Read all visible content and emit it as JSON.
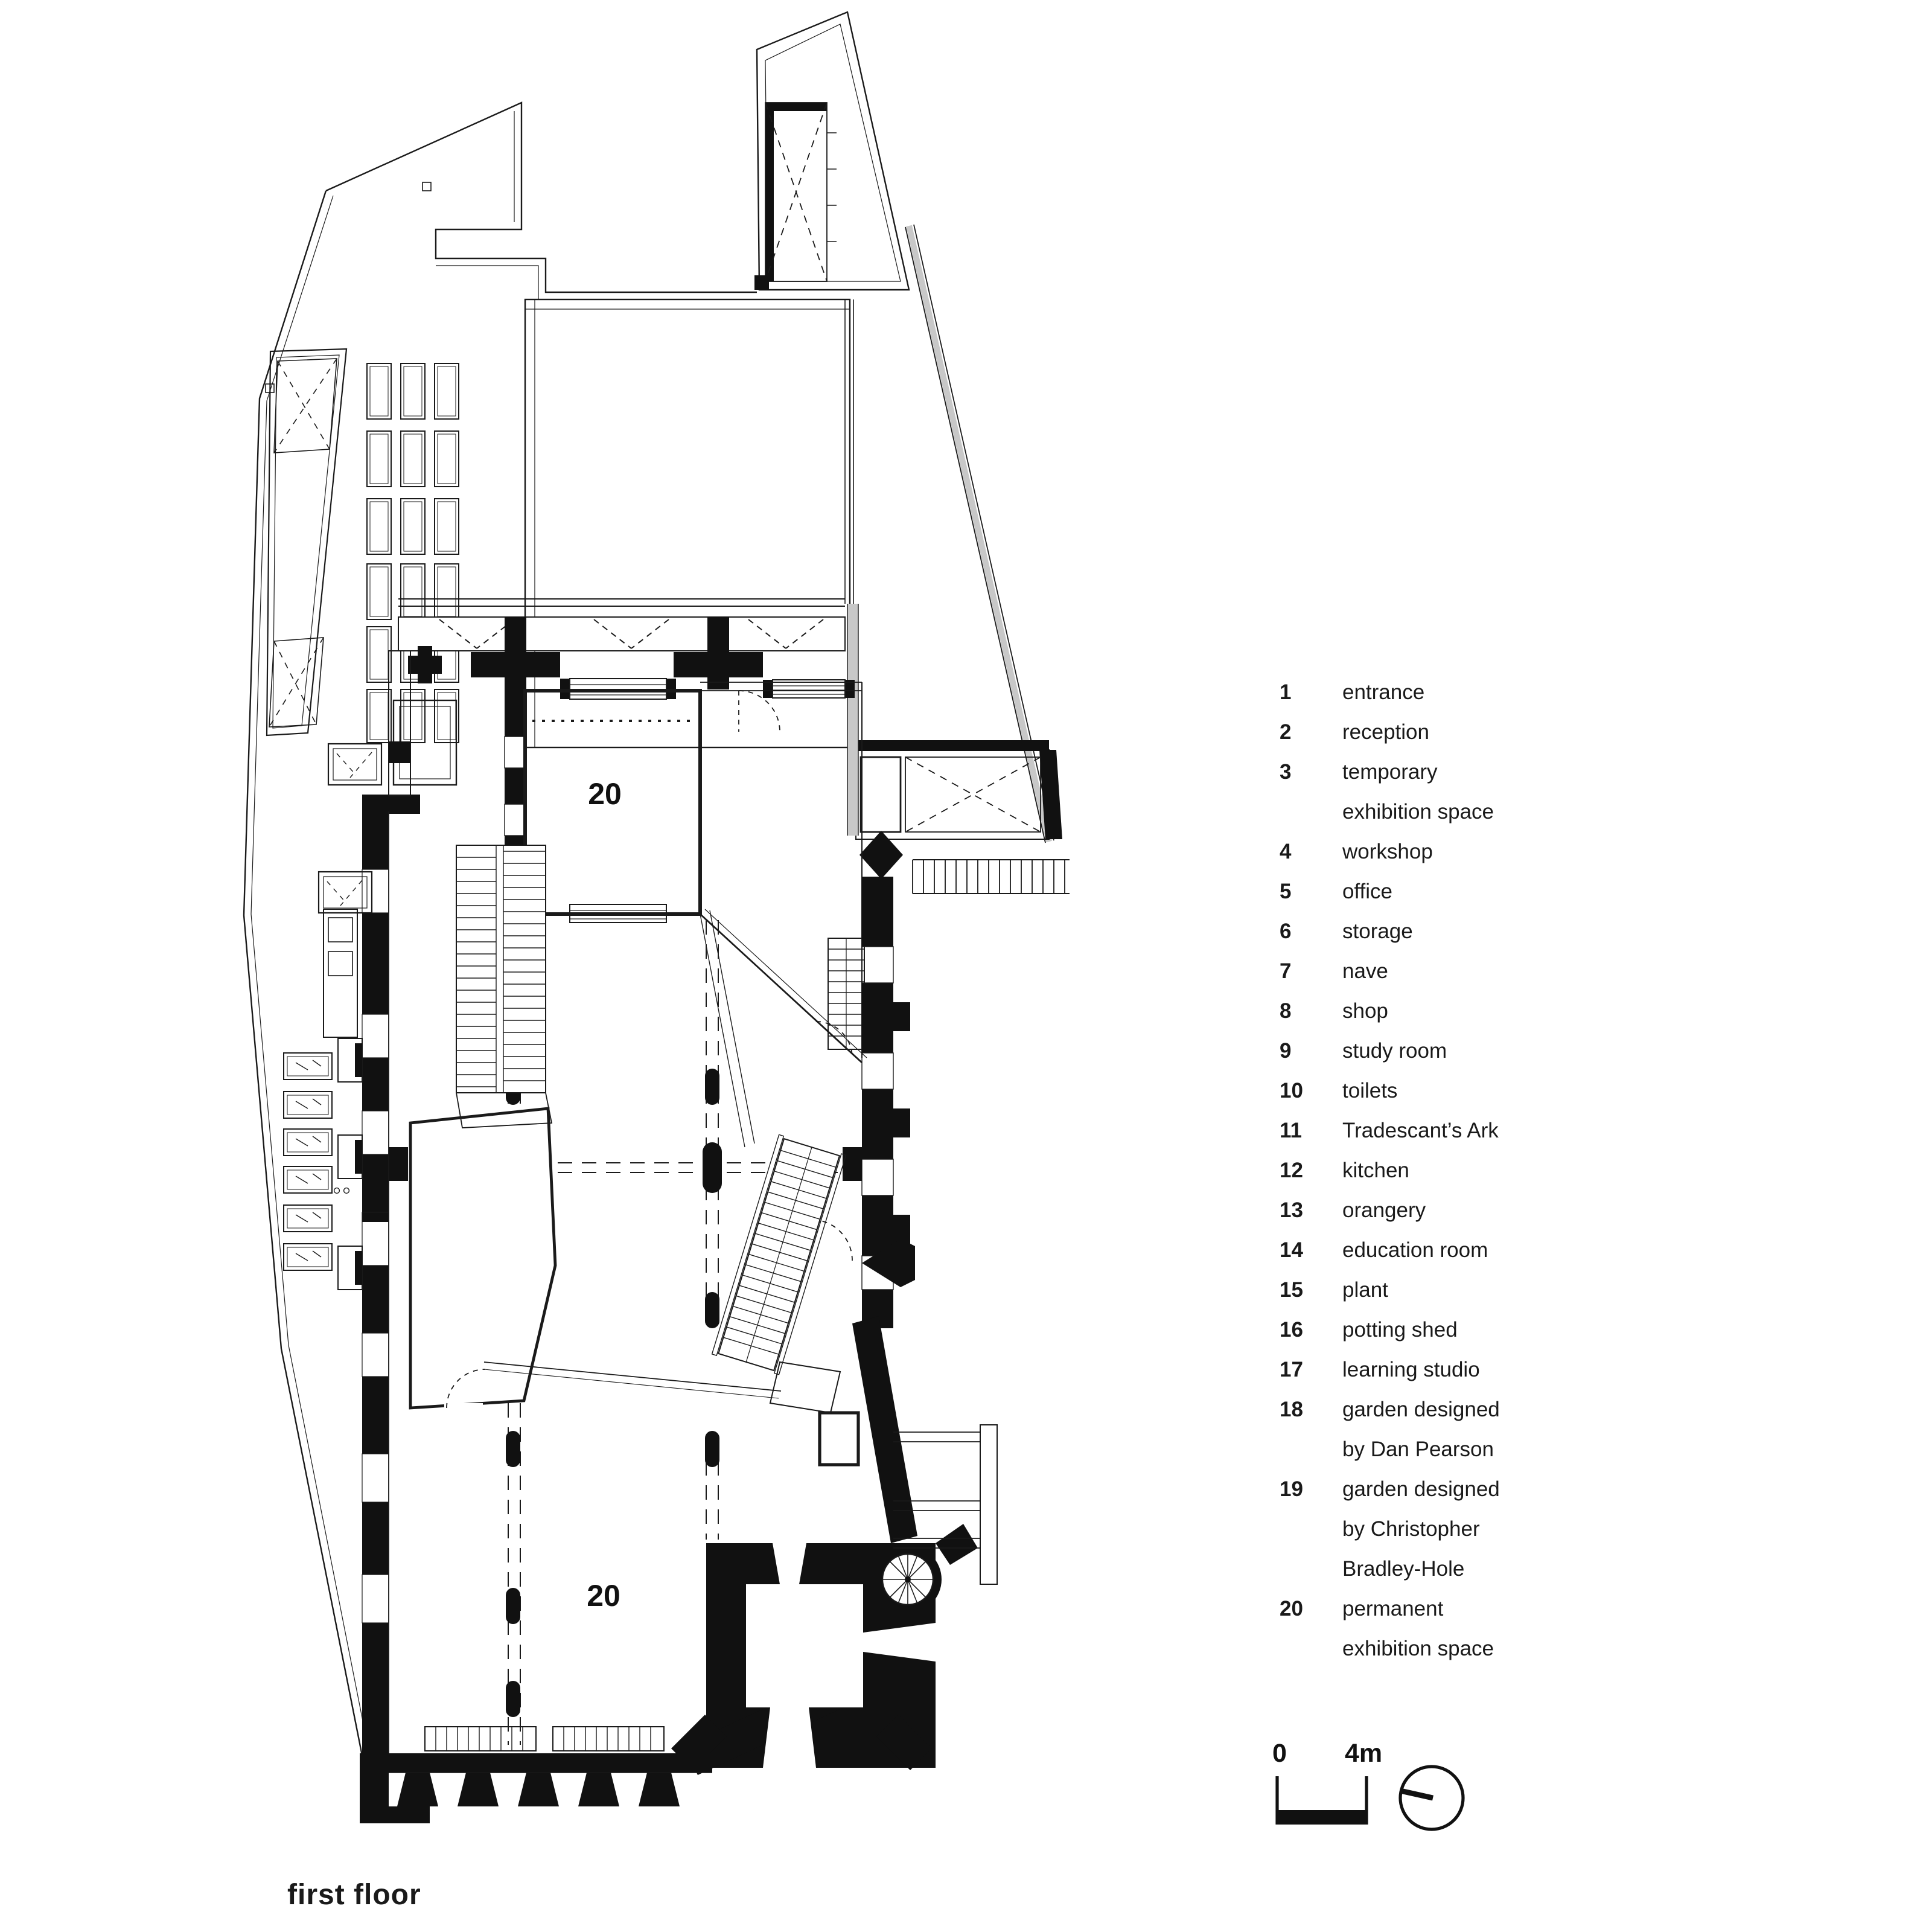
{
  "plan": {
    "caption": "first floor",
    "room_labels": [
      {
        "room": "permanent exhibition space (chancel)",
        "text": "20"
      },
      {
        "room": "permanent exhibition space (nave)",
        "text": "20"
      }
    ]
  },
  "legend": {
    "rows": [
      {
        "num": "1",
        "text": "entrance"
      },
      {
        "num": "2",
        "text": "reception"
      },
      {
        "num": "3",
        "text": "temporary"
      },
      {
        "num": "",
        "text": "exhibition space"
      },
      {
        "num": "4",
        "text": "workshop"
      },
      {
        "num": "5",
        "text": "office"
      },
      {
        "num": "6",
        "text": "storage"
      },
      {
        "num": "7",
        "text": "nave"
      },
      {
        "num": "8",
        "text": "shop"
      },
      {
        "num": "9",
        "text": "study room"
      },
      {
        "num": "10",
        "text": "toilets"
      },
      {
        "num": "11",
        "text": "Tradescant’s Ark"
      },
      {
        "num": "12",
        "text": "kitchen"
      },
      {
        "num": "13",
        "text": "orangery"
      },
      {
        "num": "14",
        "text": "education room"
      },
      {
        "num": "15",
        "text": "plant"
      },
      {
        "num": "16",
        "text": "potting shed"
      },
      {
        "num": "17",
        "text": "learning studio"
      },
      {
        "num": "18",
        "text": "garden designed"
      },
      {
        "num": "",
        "text": "by Dan Pearson"
      },
      {
        "num": "19",
        "text": "garden designed"
      },
      {
        "num": "",
        "text": "by Christopher"
      },
      {
        "num": "",
        "text": "Bradley-Hole"
      },
      {
        "num": "20",
        "text": "permanent"
      },
      {
        "num": "",
        "text": "exhibition space"
      }
    ]
  },
  "scale_bar": {
    "start_label": "0",
    "end_label": "4m"
  },
  "colors": {
    "ink": "#1a1a1a",
    "poche": "#111111",
    "light_wall": "#c8c8c8",
    "paper": "#ffffff"
  }
}
